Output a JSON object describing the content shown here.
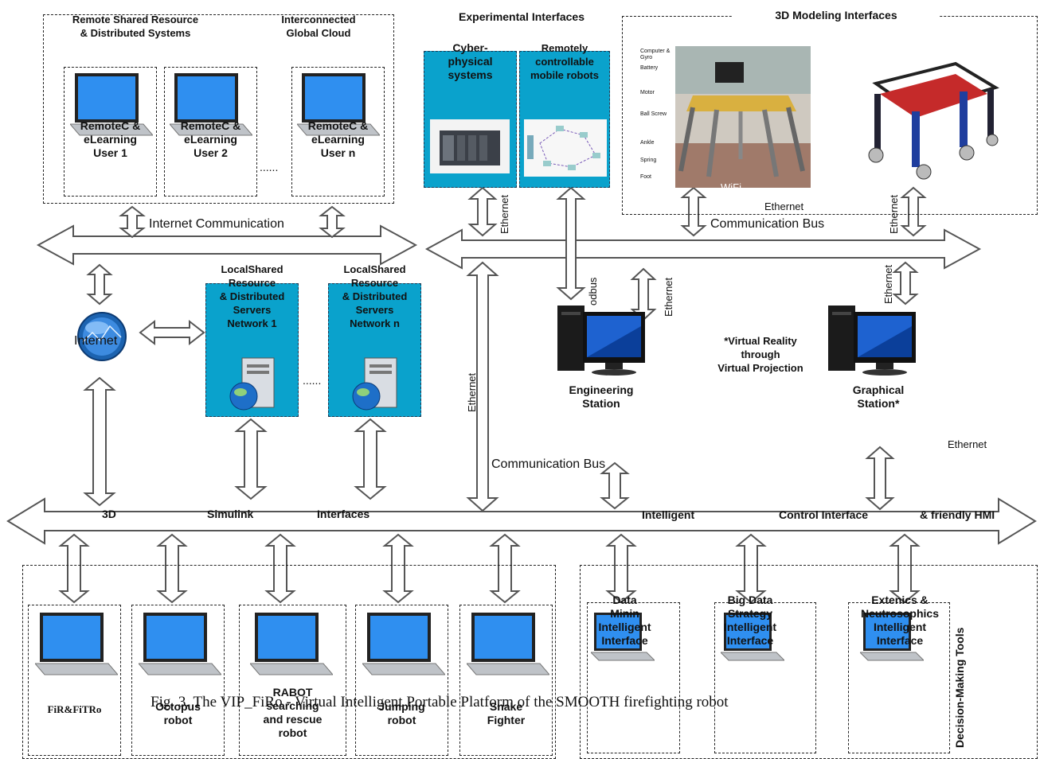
{
  "top_left_box": {
    "title_left": "Remote Shared Resource\n& Distributed  Systems",
    "title_right": "Interconnected\nGlobal Cloud",
    "users": [
      "RemoteC &\neLearning\nUser 1",
      "RemoteC &\neLearning\nUser 2",
      "RemoteC &\neLearning\nUser  n"
    ],
    "ellipsis": "......"
  },
  "internet_communication": "Internet Communication",
  "internet_label": "Internet",
  "local_servers": {
    "items": [
      "LocalShared\nResource\n& Distributed\nServers\nNetwork  1",
      "LocalShared\nResource\n& Distributed\nServers\nNetwork  n"
    ],
    "ellipsis": "......"
  },
  "experimental": {
    "title": "Experimental  Interfaces",
    "items": [
      "Cyber-\nphysical\nsystems",
      "Remotely\ncontrollable\nmobile robots"
    ]
  },
  "modeling": {
    "title": "3D Modeling Interfaces",
    "robot_parts": [
      "Computer &\nGyro",
      "Battery",
      "Motor",
      "Ball Screw",
      "Ankle",
      "Spring",
      "Foot"
    ],
    "wifi": "WiFi",
    "ethernet": "Ethernet"
  },
  "bus_labels": {
    "communication_bus_top": "Communication Bus",
    "communication_bus_mid": "Communication Bus",
    "ethernet": "Ethernet",
    "modbus": "odbus"
  },
  "stations": {
    "engineering": "Engineering\nStation",
    "graphical": "Graphical\nStation*",
    "virtual_reality": "*Virtual  Reality\nthrough\nVirtual  Projection"
  },
  "hmi_bus": [
    "3D",
    "Simulink",
    "Interfaces",
    "Intelligent",
    "Control  Interface",
    "& friendly HMI"
  ],
  "robots": [
    "FiR&FiTRo",
    "Octopus\nrobot",
    "RABOT\nsearching\nand rescue\nrobot",
    "Jumping\nrobot",
    "Snake\nFighter"
  ],
  "tools": {
    "items": [
      "Data\nMinin\nIntelligent\nInterface",
      "Big Data\nStrategy\nIntelligent\nInterface",
      "Extenics &\nNeutrosophics\nIntelligent\nInterface"
    ],
    "title": "Decision-Making  Tools"
  },
  "caption": "Fig. 3. The VIP_FiRo - Virtual Intelligent Portable Platform of  the SMOOTH firefighting robot",
  "colors": {
    "accent": "#0aa2cc",
    "arrow_fill": "#ffffff",
    "arrow_stroke": "#555555"
  }
}
